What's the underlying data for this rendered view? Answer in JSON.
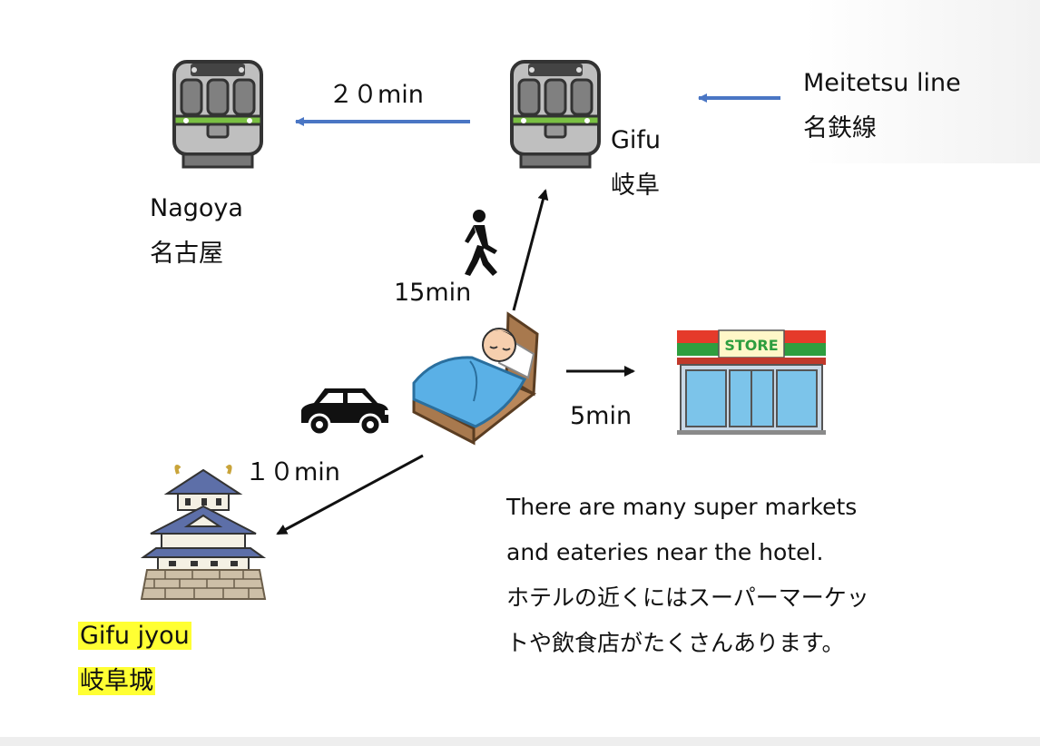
{
  "stations": {
    "nagoya": {
      "name_en": "Nagoya",
      "name_ja": "名古屋"
    },
    "gifu": {
      "name_en": "Gifu",
      "name_ja": "岐阜"
    }
  },
  "line": {
    "name_en": "Meitetsu line",
    "name_ja": "名鉄線"
  },
  "routes": {
    "gifu_to_nagoya": "２０min",
    "walk_to_gifu": "15min",
    "to_store": "5min",
    "drive_to_castle": "１０min"
  },
  "store": {
    "sign": "STORE"
  },
  "castle": {
    "name_en": "Gifu jyou",
    "name_ja": "岐阜城"
  },
  "note": {
    "line1": "There are many super markets",
    "line2": "and eateries near the hotel.",
    "line3": "ホテルの近くにはスーパーマーケッ",
    "line4": "トや飲食店がたくさんあります。"
  },
  "colors": {
    "rail_arrow": "#4a76c4",
    "black_arrow": "#111111",
    "highlight": "#ffff33",
    "store_sign_red": "#e53a2a",
    "store_sign_green": "#2e9e3f"
  },
  "icons": [
    "train-icon",
    "walker-icon",
    "bed-icon",
    "store-icon",
    "car-icon",
    "castle-icon"
  ]
}
